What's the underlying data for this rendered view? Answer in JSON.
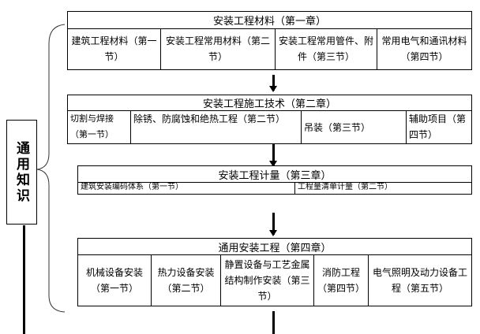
{
  "side_label": "通用知识",
  "chapters": [
    {
      "title": "安装工程材料（第一章）",
      "sections": [
        "建筑工程材料（第一节）",
        "安装工程常用材料（第二节）",
        "安装工程常用管件、附件（第三节）",
        "常用电气和通讯材料（第四节）"
      ]
    },
    {
      "title": "安装工程施工技术（第二章）",
      "sections": [
        "切割与焊接（第一节）",
        "除锈、防腐蚀和绝热工程（第二节）",
        "吊装（第三节）",
        "辅助项目（第四节）"
      ]
    },
    {
      "title": "安装工程计量（第三章）",
      "sections": [
        "建筑安装编码体系（第一节）",
        "工程量清单计量（第二节）"
      ]
    },
    {
      "title": "通用安装工程（第四章）",
      "sections": [
        "机械设备安装（第一节）",
        "热力设备安装（第二节）",
        "静置设备与工艺金属结构制作安装（第三节）",
        "消防工程（第四节）",
        "电气照明及动力设备工程（第五节）"
      ]
    }
  ]
}
